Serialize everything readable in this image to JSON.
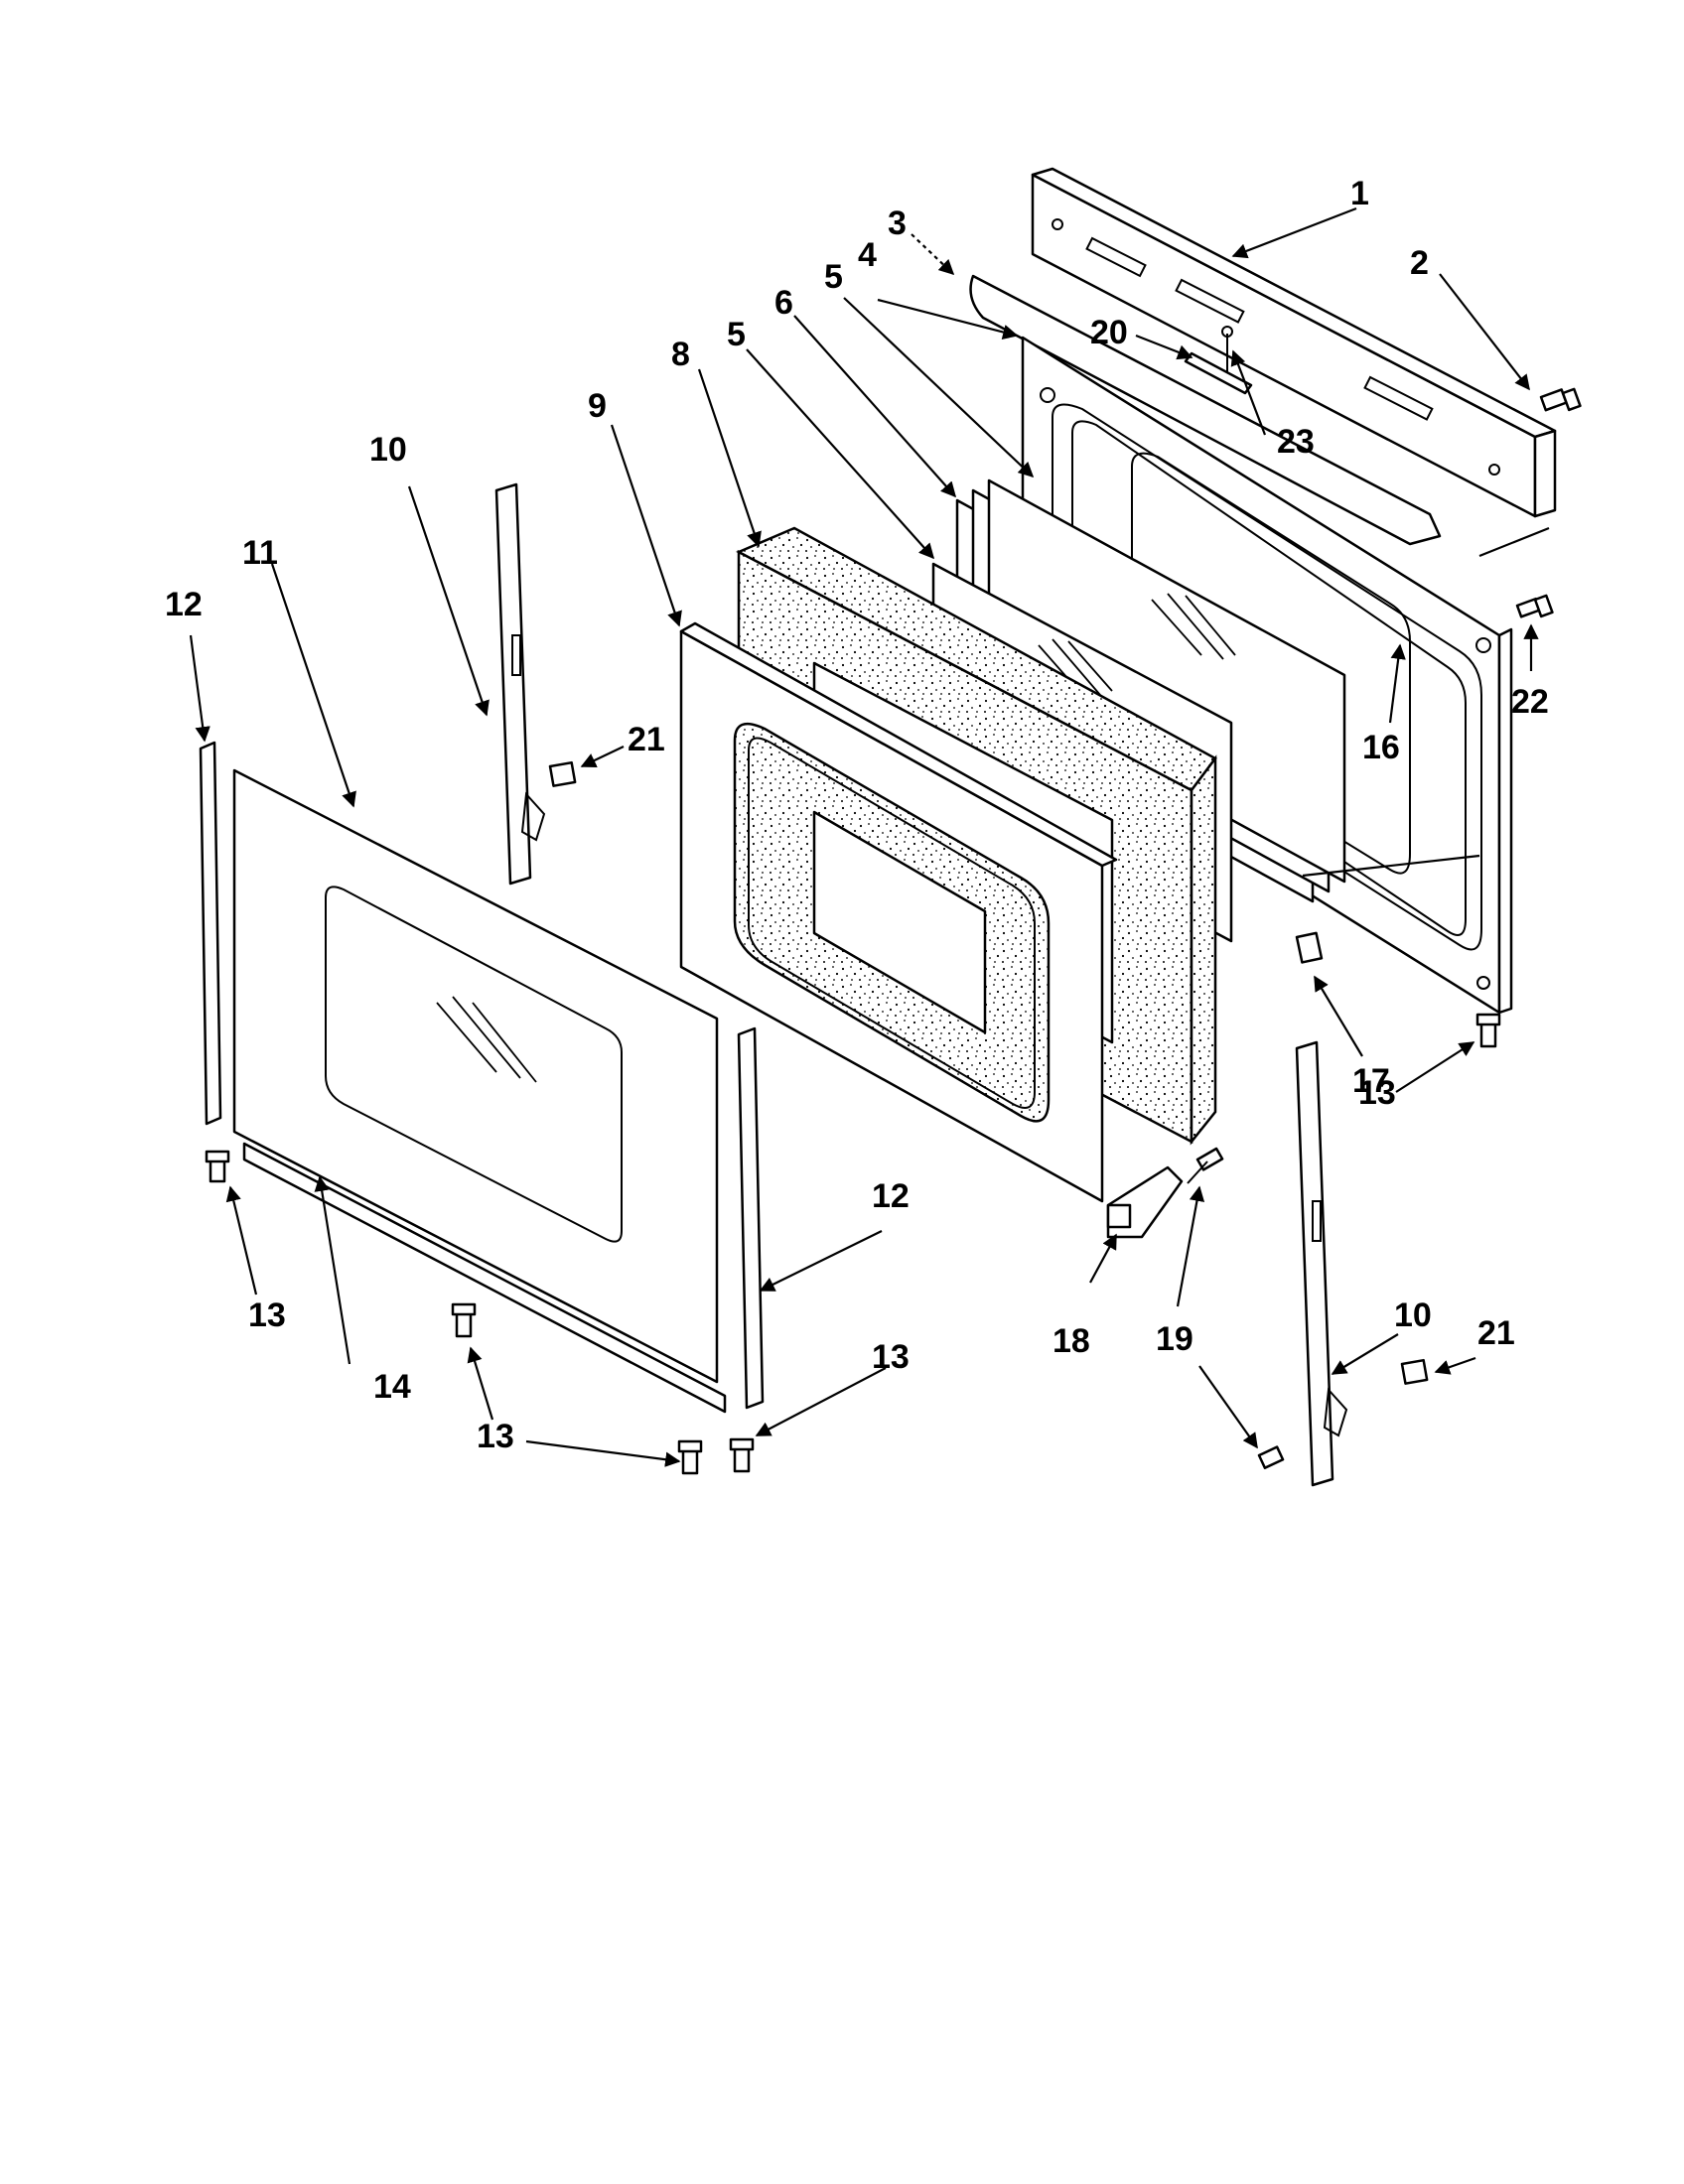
{
  "callouts": [
    {
      "id": "c1",
      "label": "1"
    },
    {
      "id": "c2",
      "label": "2"
    },
    {
      "id": "c3",
      "label": "3"
    },
    {
      "id": "c4",
      "label": "4"
    },
    {
      "id": "c5a",
      "label": "5"
    },
    {
      "id": "c5b",
      "label": "5"
    },
    {
      "id": "c6",
      "label": "6"
    },
    {
      "id": "c8",
      "label": "8"
    },
    {
      "id": "c9",
      "label": "9"
    },
    {
      "id": "c10a",
      "label": "10"
    },
    {
      "id": "c10b",
      "label": "10"
    },
    {
      "id": "c11",
      "label": "11"
    },
    {
      "id": "c12a",
      "label": "12"
    },
    {
      "id": "c12b",
      "label": "12"
    },
    {
      "id": "c13a",
      "label": "13"
    },
    {
      "id": "c13b",
      "label": "13"
    },
    {
      "id": "c13c",
      "label": "13"
    },
    {
      "id": "c13d",
      "label": "13"
    },
    {
      "id": "c14",
      "label": "14"
    },
    {
      "id": "c16",
      "label": "16"
    },
    {
      "id": "c17",
      "label": "17"
    },
    {
      "id": "c18",
      "label": "18"
    },
    {
      "id": "c19",
      "label": "19"
    },
    {
      "id": "c20",
      "label": "20"
    },
    {
      "id": "c21a",
      "label": "21"
    },
    {
      "id": "c21b",
      "label": "21"
    },
    {
      "id": "c22",
      "label": "22"
    },
    {
      "id": "c23",
      "label": "23"
    }
  ]
}
